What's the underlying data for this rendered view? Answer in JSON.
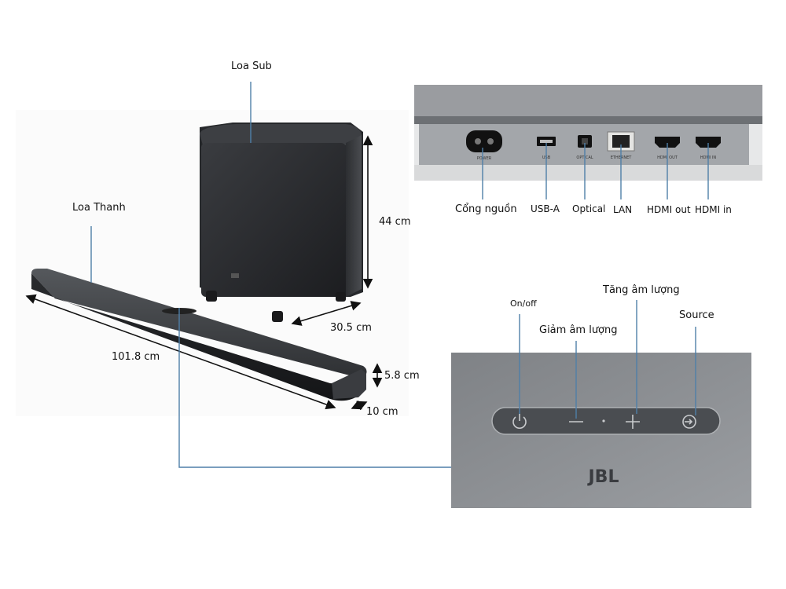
{
  "labels": {
    "sub": "Loa Sub",
    "bar": "Loa Thanh",
    "sub_height": "44 cm",
    "sub_depth": "30.5 cm",
    "bar_length": "101.8 cm",
    "bar_height": "5.8 cm",
    "bar_depth": "10 cm"
  },
  "ports": {
    "power": "Cổng nguồn",
    "usb": "USB-A",
    "optical": "Optical",
    "lan": "LAN",
    "hdmi_out": "HDMI out",
    "hdmi_in": "HDMI in"
  },
  "port_engravings": {
    "power": "POWER",
    "usb": "USB",
    "optical": "OPTICAL",
    "ethernet": "ETHERNET",
    "hdmi_out": "HDMI OUT",
    "hdmi_in": "HDMI IN"
  },
  "controls": {
    "onoff": "On/off",
    "vol_down": "Giảm âm lượng",
    "vol_up": "Tăng âm lượng",
    "source": "Source"
  },
  "brand": "JBL",
  "colors": {
    "callout_line": "#4f7fa8",
    "device_dark": "#2b2d30",
    "panel_grey": "#8b8e92"
  },
  "icons": [
    "power-icon",
    "minus-icon",
    "plus-icon",
    "source-icon",
    "power-socket-icon",
    "usb-port-icon",
    "optical-port-icon",
    "ethernet-port-icon",
    "hdmi-port-icon"
  ]
}
